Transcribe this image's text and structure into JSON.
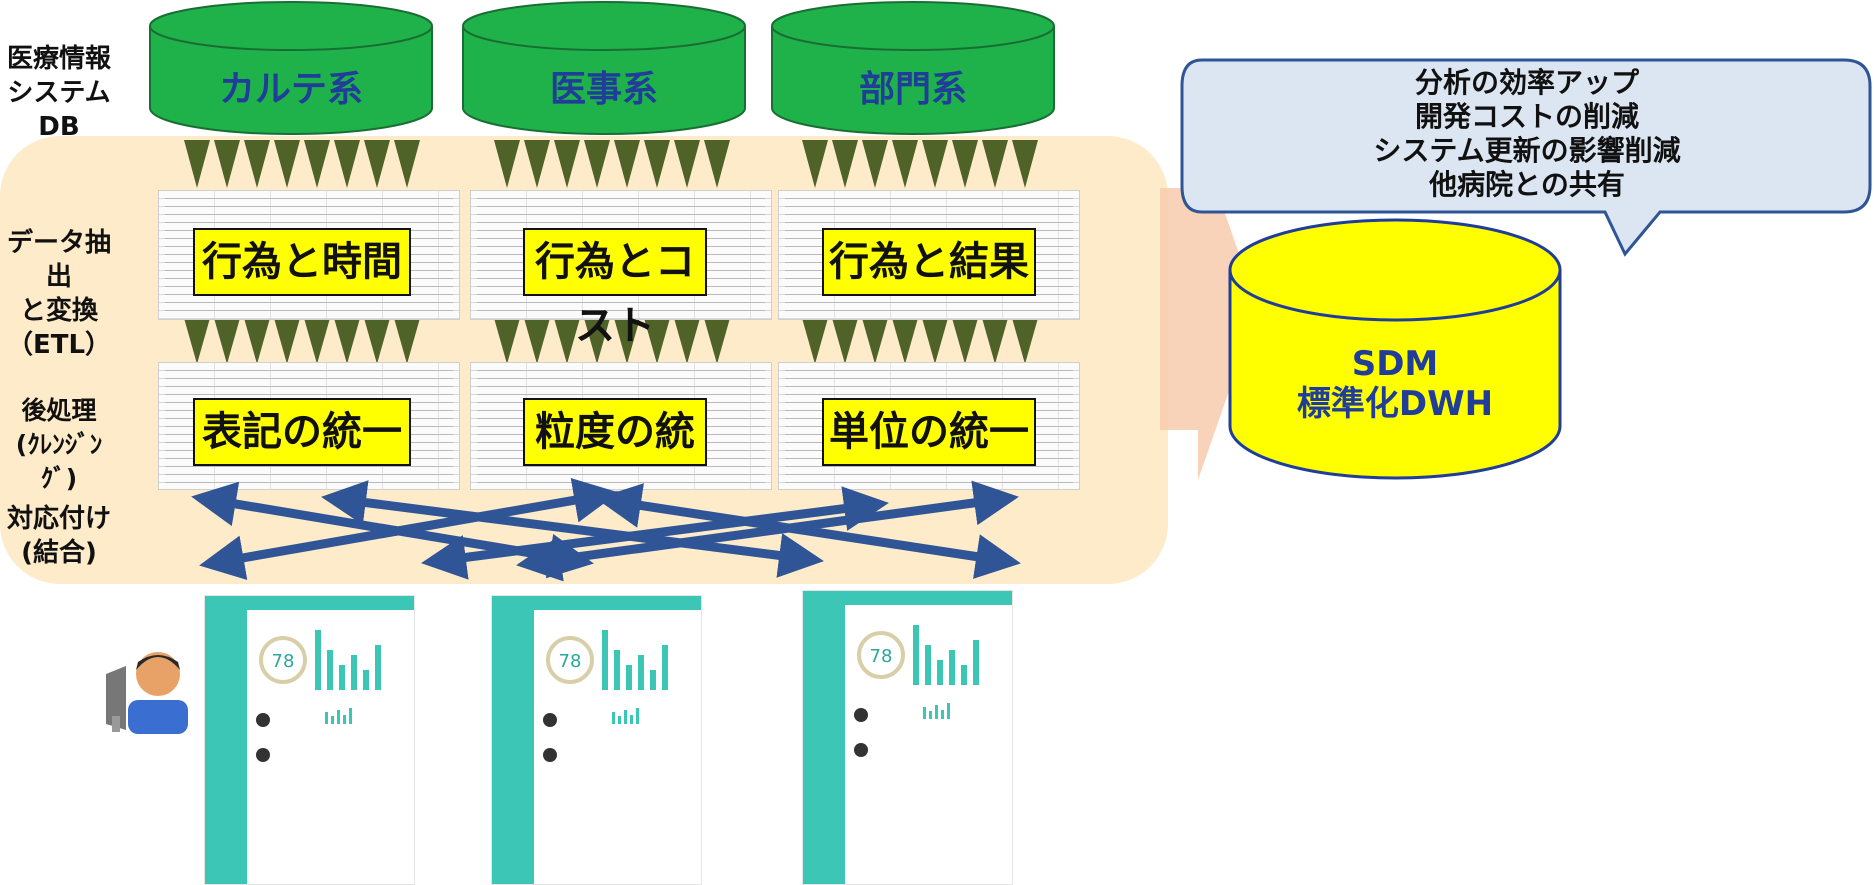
{
  "row_labels": {
    "db": [
      "医療情報",
      "システム",
      "DB"
    ],
    "etl": [
      "データ抽出",
      "と変換",
      "（ETL）"
    ],
    "cleansing": [
      "後処理",
      "(ｸﾚﾝｼﾞﾝｸﾞ)"
    ],
    "join": [
      "対応付け",
      "(結合)"
    ]
  },
  "source_dbs": [
    "カルテ系",
    "医事系",
    "部門系"
  ],
  "etl_boxes": [
    "行為と時間",
    "行為とコスト",
    "行為と結果"
  ],
  "cleansing_boxes": [
    "表記の統一",
    "粒度の統一",
    "単位の統一"
  ],
  "callout": [
    "分析の効率アップ",
    "開発コストの削減",
    "システム更新の影響削減",
    "他病院との共有"
  ],
  "dwh": [
    "SDM",
    "標準化DWH"
  ],
  "dashboard": {
    "percent": "78",
    "unit": "%"
  },
  "colors": {
    "db_green": "#1fb24a",
    "db_border": "#1a6e33",
    "process_bg": "#fdebc9",
    "arrow_olive": "#4f6228",
    "cross_blue": "#2f5597",
    "highlight_yellow": "#ffff00",
    "callout_bg": "#dce6f2",
    "callout_border": "#2f5597",
    "big_arrow": "#f8cbad",
    "teal": "#3cc6b5"
  }
}
